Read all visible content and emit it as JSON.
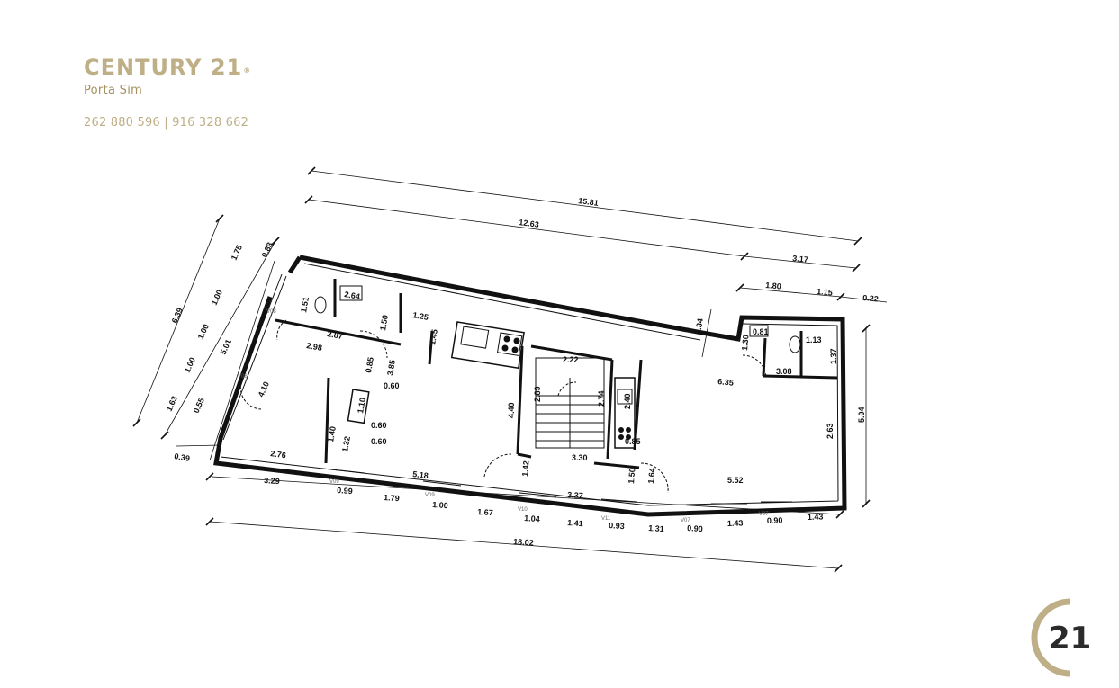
{
  "brand": {
    "name": "CENTURY 21",
    "registered": "®",
    "office": "Porta Sim",
    "phone": "262 880 596 | 916 328 662"
  },
  "logo": {
    "text": "21"
  },
  "colors": {
    "gold": "#beaf87",
    "dark_gold": "#a2925f",
    "ink": "#111111"
  },
  "plan": {
    "dims": {
      "total_top": "15.81",
      "top_left": "12.63",
      "top_right": "3.17",
      "right_a": "1.80",
      "right_b": "1.15",
      "right_c": "0.22",
      "notch": "1.34",
      "left_total": "6.39",
      "left_a": "1.75",
      "left_b": "0.83",
      "left_c": "1.00",
      "left_d": "1.00",
      "left_e": "1.00",
      "left_f": "5.01",
      "left_g": "1.63",
      "left_h": "0.55",
      "left_i": "0.39",
      "right_total": "5.04",
      "bottom_total": "18.02",
      "b1": "3.29",
      "b2": "0.99",
      "b3": "1.79",
      "b4": "1.00",
      "b5": "1.67",
      "b6": "1.04",
      "b7": "1.41",
      "b8": "0.93",
      "b9": "1.31",
      "b10": "0.90",
      "b11": "1.43",
      "b12": "0.90",
      "b13": "1.43",
      "i_264": "2.64",
      "i_151": "1.51",
      "i_150": "1.50",
      "i_125": "1.25",
      "i_287": "2.87",
      "i_298": "2.98",
      "i_145": "1.45",
      "i_085": "0.85",
      "i_385": "3.85",
      "i_060a": "0.60",
      "i_410": "4.10",
      "i_110": "1.10",
      "i_060b": "0.60",
      "i_060c": "0.60",
      "i_132": "1.32",
      "i_140": "1.40",
      "i_276": "2.76",
      "i_518": "5.18",
      "i_440": "4.40",
      "i_222": "2.22",
      "i_289": "2.89",
      "i_274": "2.74",
      "i_330": "3.30",
      "i_142": "1.42",
      "i_337": "3.37",
      "i_150b": "1.50",
      "i_164": "1.64",
      "i_240": "2.40",
      "i_085b": "0.85",
      "i_635": "6.35",
      "i_130": "1.30",
      "i_081": "0.81",
      "i_113": "1.13",
      "i_308": "3.08",
      "i_137": "1.37",
      "i_263": "2.63",
      "i_552": "5.52"
    },
    "window_tags": {
      "v09a": "V09",
      "v09b": "V09",
      "v10": "V10",
      "v11": "V11",
      "v07a": "V07",
      "v07b": "V07",
      "v08a": "V08",
      "v08b": "V08"
    }
  }
}
